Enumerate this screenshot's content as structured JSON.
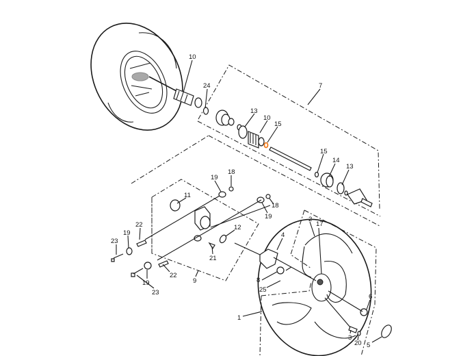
{
  "callouts": [
    {
      "id": "c10a",
      "text": "10"
    },
    {
      "id": "c24",
      "text": "24"
    },
    {
      "id": "c7",
      "text": "7"
    },
    {
      "id": "c13a",
      "text": "13"
    },
    {
      "id": "c10b",
      "text": "10"
    },
    {
      "id": "c15a",
      "text": "15"
    },
    {
      "id": "c15b",
      "text": "15"
    },
    {
      "id": "c14",
      "text": "14"
    },
    {
      "id": "c13b",
      "text": "13"
    },
    {
      "id": "c19a",
      "text": "19"
    },
    {
      "id": "c18a",
      "text": "18"
    },
    {
      "id": "c11",
      "text": "11"
    },
    {
      "id": "c19b",
      "text": "19"
    },
    {
      "id": "c18b",
      "text": "18"
    },
    {
      "id": "c22a",
      "text": "22"
    },
    {
      "id": "c19c",
      "text": "19"
    },
    {
      "id": "c23a",
      "text": "23"
    },
    {
      "id": "c12",
      "text": "12"
    },
    {
      "id": "c21",
      "text": "21"
    },
    {
      "id": "c22b",
      "text": "22"
    },
    {
      "id": "c19d",
      "text": "19"
    },
    {
      "id": "c23b",
      "text": "23"
    },
    {
      "id": "c9",
      "text": "9"
    },
    {
      "id": "c4",
      "text": "4"
    },
    {
      "id": "c2",
      "text": "2"
    },
    {
      "id": "c17",
      "text": "17"
    },
    {
      "id": "c8",
      "text": "8"
    },
    {
      "id": "c25",
      "text": "25"
    },
    {
      "id": "c6",
      "text": "6"
    },
    {
      "id": "c1",
      "text": "1"
    },
    {
      "id": "c3",
      "text": "3"
    },
    {
      "id": "c20",
      "text": "20"
    },
    {
      "id": "c5",
      "text": "5"
    }
  ],
  "colors": {
    "highlight": "#f07a1a",
    "ink": "#1a1a1a"
  }
}
